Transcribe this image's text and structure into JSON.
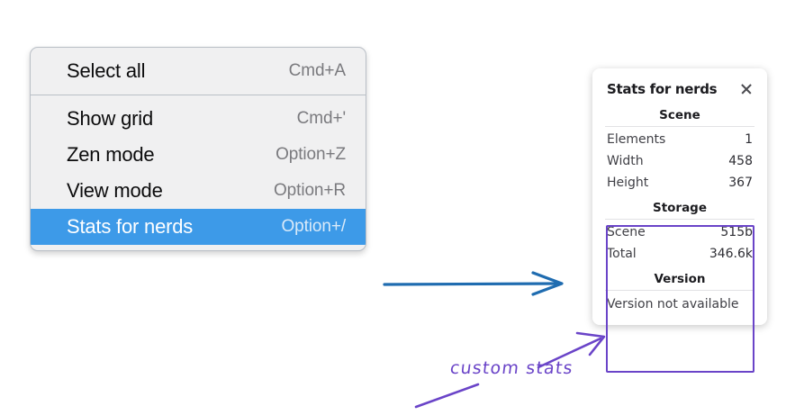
{
  "context_menu": {
    "groups": [
      {
        "items": [
          {
            "label": "Select all",
            "shortcut": "Cmd+A",
            "selected": false
          }
        ]
      },
      {
        "items": [
          {
            "label": "Show grid",
            "shortcut": "Cmd+'",
            "selected": false
          },
          {
            "label": "Zen mode",
            "shortcut": "Option+Z",
            "selected": false
          },
          {
            "label": "View mode",
            "shortcut": "Option+R",
            "selected": false
          },
          {
            "label": "Stats for nerds",
            "shortcut": "Option+/",
            "selected": true
          }
        ]
      }
    ]
  },
  "stats_panel": {
    "title": "Stats for nerds",
    "close_icon": "close-icon",
    "sections": [
      {
        "heading": "Scene",
        "rows": [
          {
            "label": "Elements",
            "value": "1"
          },
          {
            "label": "Width",
            "value": "458"
          },
          {
            "label": "Height",
            "value": "367"
          }
        ]
      },
      {
        "heading": "Storage",
        "rows": [
          {
            "label": "Scene",
            "value": "515b"
          },
          {
            "label": "Total",
            "value": "346.6k"
          }
        ]
      },
      {
        "heading": "Version",
        "single": "Version not available"
      }
    ]
  },
  "annotations": {
    "custom_stats_label": "custom stats",
    "arrow_blue_color": "#1f6cb0",
    "arrow_purple_color": "#6a44c8",
    "highlight_box_color": "#6a44c8",
    "menu_selected_color": "#3d9ae8"
  }
}
